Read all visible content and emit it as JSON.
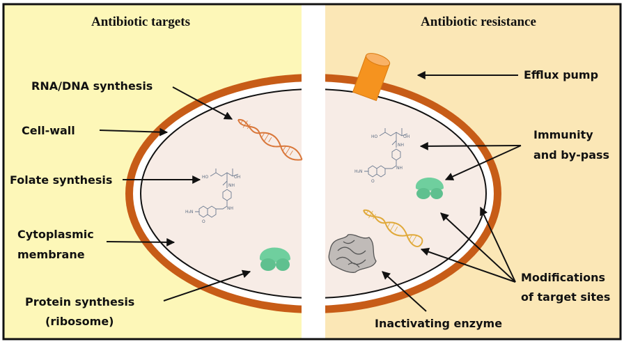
{
  "colors": {
    "left_panel_bg": "#fdf7b8",
    "right_panel_bg": "#fbe7b6",
    "cell_wall": "#c75c17",
    "cytoplasm": "#f7ece6",
    "efflux_pump": "#f5931f",
    "ribosome": "#6fcf9e",
    "dna_left": "#d9773a",
    "dna_right": "#e0a93a",
    "enzyme": "#555555"
  },
  "left_panel": {
    "title": "Antibiotic targets",
    "labels": {
      "rna_dna": "RNA/DNA synthesis",
      "cell_wall": "Cell-wall",
      "folate": "Folate synthesis",
      "cytoplasmic_1": "Cytoplasmic",
      "cytoplasmic_2": "membrane",
      "protein_1": "Protein synthesis",
      "protein_2": "(ribosome)"
    }
  },
  "right_panel": {
    "title": "Antibiotic resistance",
    "labels": {
      "efflux": "Efflux pump",
      "immunity_1": "Immunity",
      "immunity_2": "and by-pass",
      "modifications_1": "Modifications",
      "modifications_2": "of target sites",
      "inactivating": "Inactivating enzyme"
    }
  },
  "molecule": {
    "atoms": {
      "ho": "HO",
      "oh": "OH",
      "nh": "NH",
      "o": "O",
      "h2n": "H₂N",
      "h": "H",
      "n": "N"
    }
  }
}
